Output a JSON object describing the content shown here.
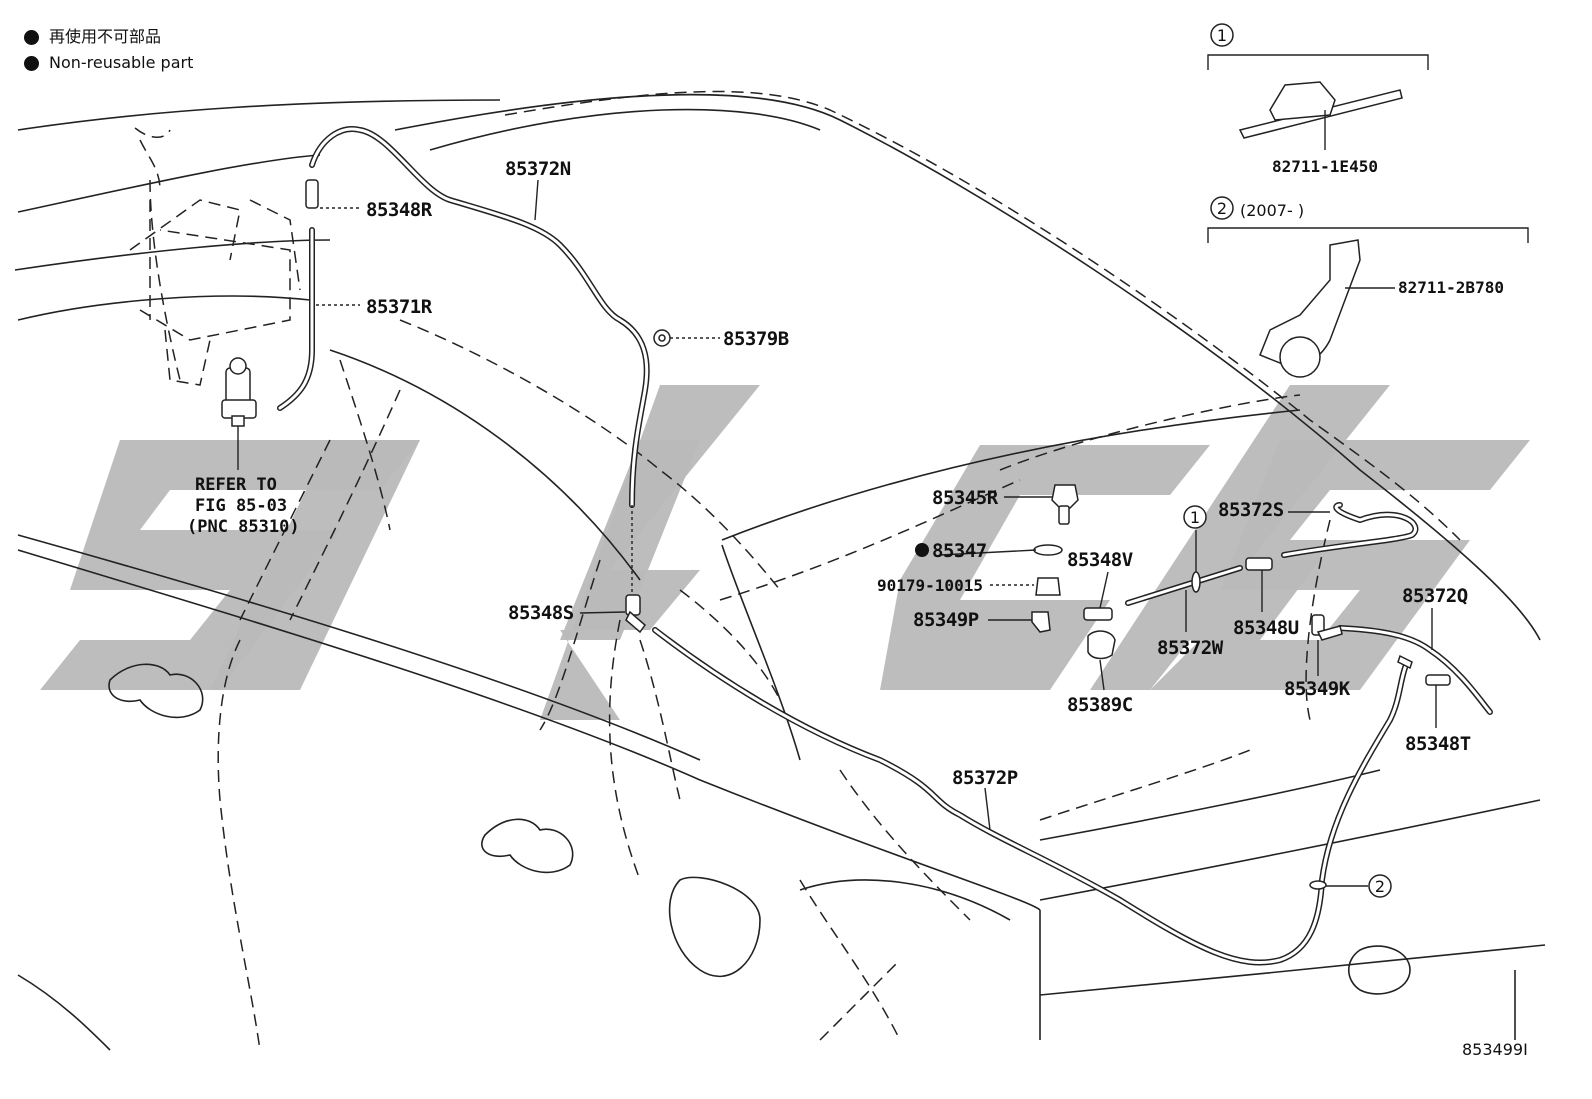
{
  "legend": {
    "jp_text": "再使用不可部品",
    "en_text": "Non-reusable part"
  },
  "labels": {
    "p85372N": "85372N",
    "p85348R": "85348R",
    "p85371R": "85371R",
    "p85379B": "85379B",
    "refer1": "REFER TO",
    "refer2": "FIG 85-03",
    "refer3": "(PNC 85310)",
    "p85348S": "85348S",
    "p85372P": "85372P",
    "p85345R": "85345R",
    "p85347": "85347",
    "p85348V": "85348V",
    "p90179": "90179-10015",
    "p85349P": "85349P",
    "p85389C": "85389C",
    "p85372S": "85372S",
    "p85372W": "85372W",
    "p85348U": "85348U",
    "p85349K": "85349K",
    "p85372Q": "85372Q",
    "p85348T": "85348T",
    "p82711_1E450": "82711-1E450",
    "p82711_2B780": "82711-2B780",
    "callout1": "1",
    "callout2": "2",
    "range2": "(2007-      )",
    "diagram_id": "853499I"
  },
  "colors": {
    "line": "#222222",
    "watermark": "#b9b9b9"
  }
}
